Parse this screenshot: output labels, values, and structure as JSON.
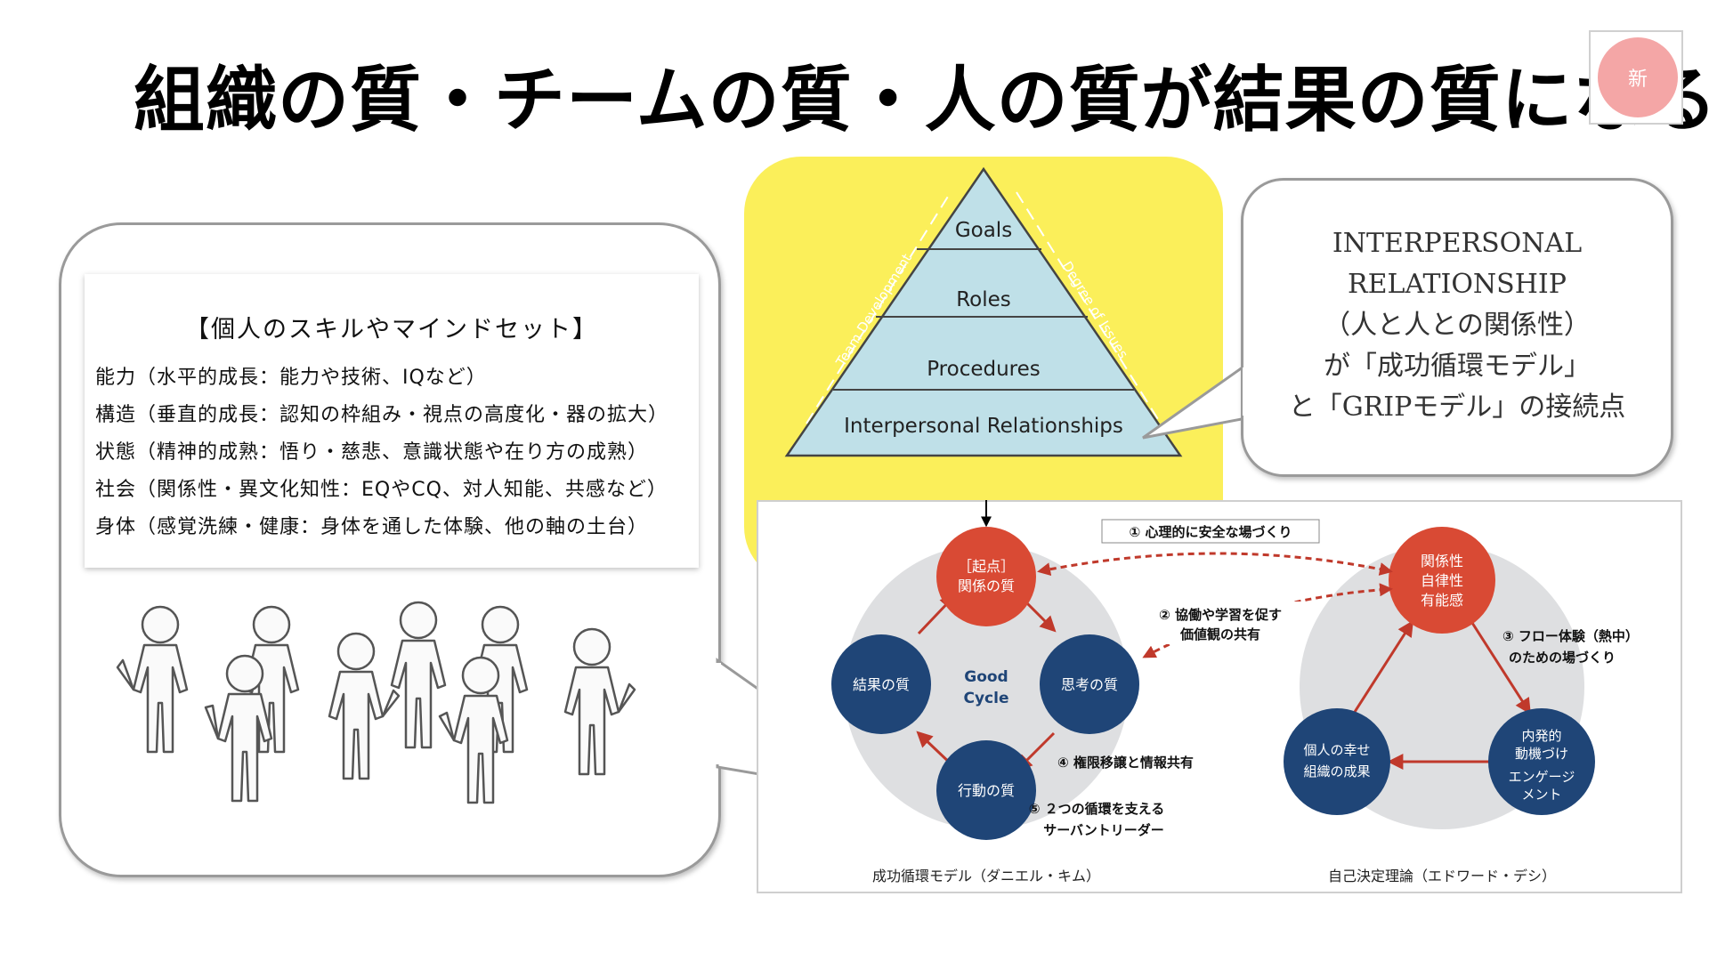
{
  "title": "組織の質・チームの質・人の質が結果の質になる",
  "badge": "新",
  "skills": {
    "heading": "【個人のスキルやマインドセット】",
    "items": [
      "能力（水平的成長：能力や技術、IQなど）",
      "構造（垂直的成長：認知の枠組み・視点の高度化・器の拡大）",
      "状態（精神的成熟：悟り・慈悲、意識状態や在り方の成熟）",
      "社会（関係性・異文化知性：EQやCQ、対人知能、共感など）",
      "身体（感覚洗練・健康：身体を通した体験、他の軸の土台）"
    ]
  },
  "pyramid": {
    "levels": [
      "Goals",
      "Roles",
      "Procedures",
      "Interpersonal Relationships"
    ],
    "left_side": "Team Development",
    "right_side": "Degree of Issues"
  },
  "callout": {
    "lines": [
      "INTERPERSONAL",
      "RELATIONSHIP",
      "（人と人との関係性）",
      "が「成功循環モデル」",
      "と「GRIPモデル」の接続点"
    ]
  },
  "success_cycle": {
    "start_node": [
      "［起点］",
      "関係の質"
    ],
    "thinking": "思考の質",
    "action": "行動の質",
    "result": "結果の質",
    "center": [
      "Good",
      "Cycle"
    ],
    "caption": "成功循環モデル（ダニエル・キム）"
  },
  "sdt": {
    "top_node": [
      "関係性",
      "自律性",
      "有能感"
    ],
    "right_node": [
      "内発的",
      "動機づけ",
      "エンゲージ",
      "メント"
    ],
    "left_node": [
      "個人の幸せ",
      "組織の成果"
    ],
    "caption": "自己決定理論（エドワード・デシ）"
  },
  "links": {
    "l1": "① 心理的に安全な場づくり",
    "l2": [
      "② 協働や学習を促す",
      "価値観の共有"
    ],
    "l3": [
      "③ フロー体験（熱中）",
      "のための場づくり"
    ],
    "l4": "④ 権限移譲と情報共有",
    "l5": [
      "⑤ ２つの循環を支える",
      "サーバントリーダー"
    ]
  },
  "colors": {
    "red": "#d94a34",
    "navy": "#1f4577",
    "yellow": "#fbef5a",
    "pyramid": "#bfe0e8",
    "grey_circle": "#dedfe1"
  }
}
